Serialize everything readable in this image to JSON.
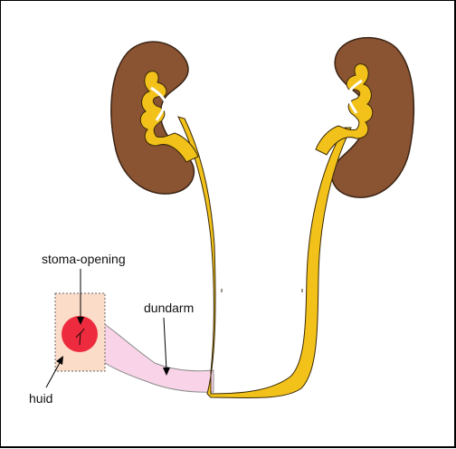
{
  "labels": {
    "stoma": "stoma-opening",
    "dundarm": "dundarm",
    "huid": "huid"
  },
  "colors": {
    "kidney": "#8a5332",
    "kidney_outline": "#3a2414",
    "ureter": "#f2c21a",
    "ureter_outline": "#3a2a08",
    "ileum": "#f9d4e8",
    "ileum_outline": "#8c8c8c",
    "skin": "#fbdcc9",
    "stoma": "#ee2b3e"
  }
}
